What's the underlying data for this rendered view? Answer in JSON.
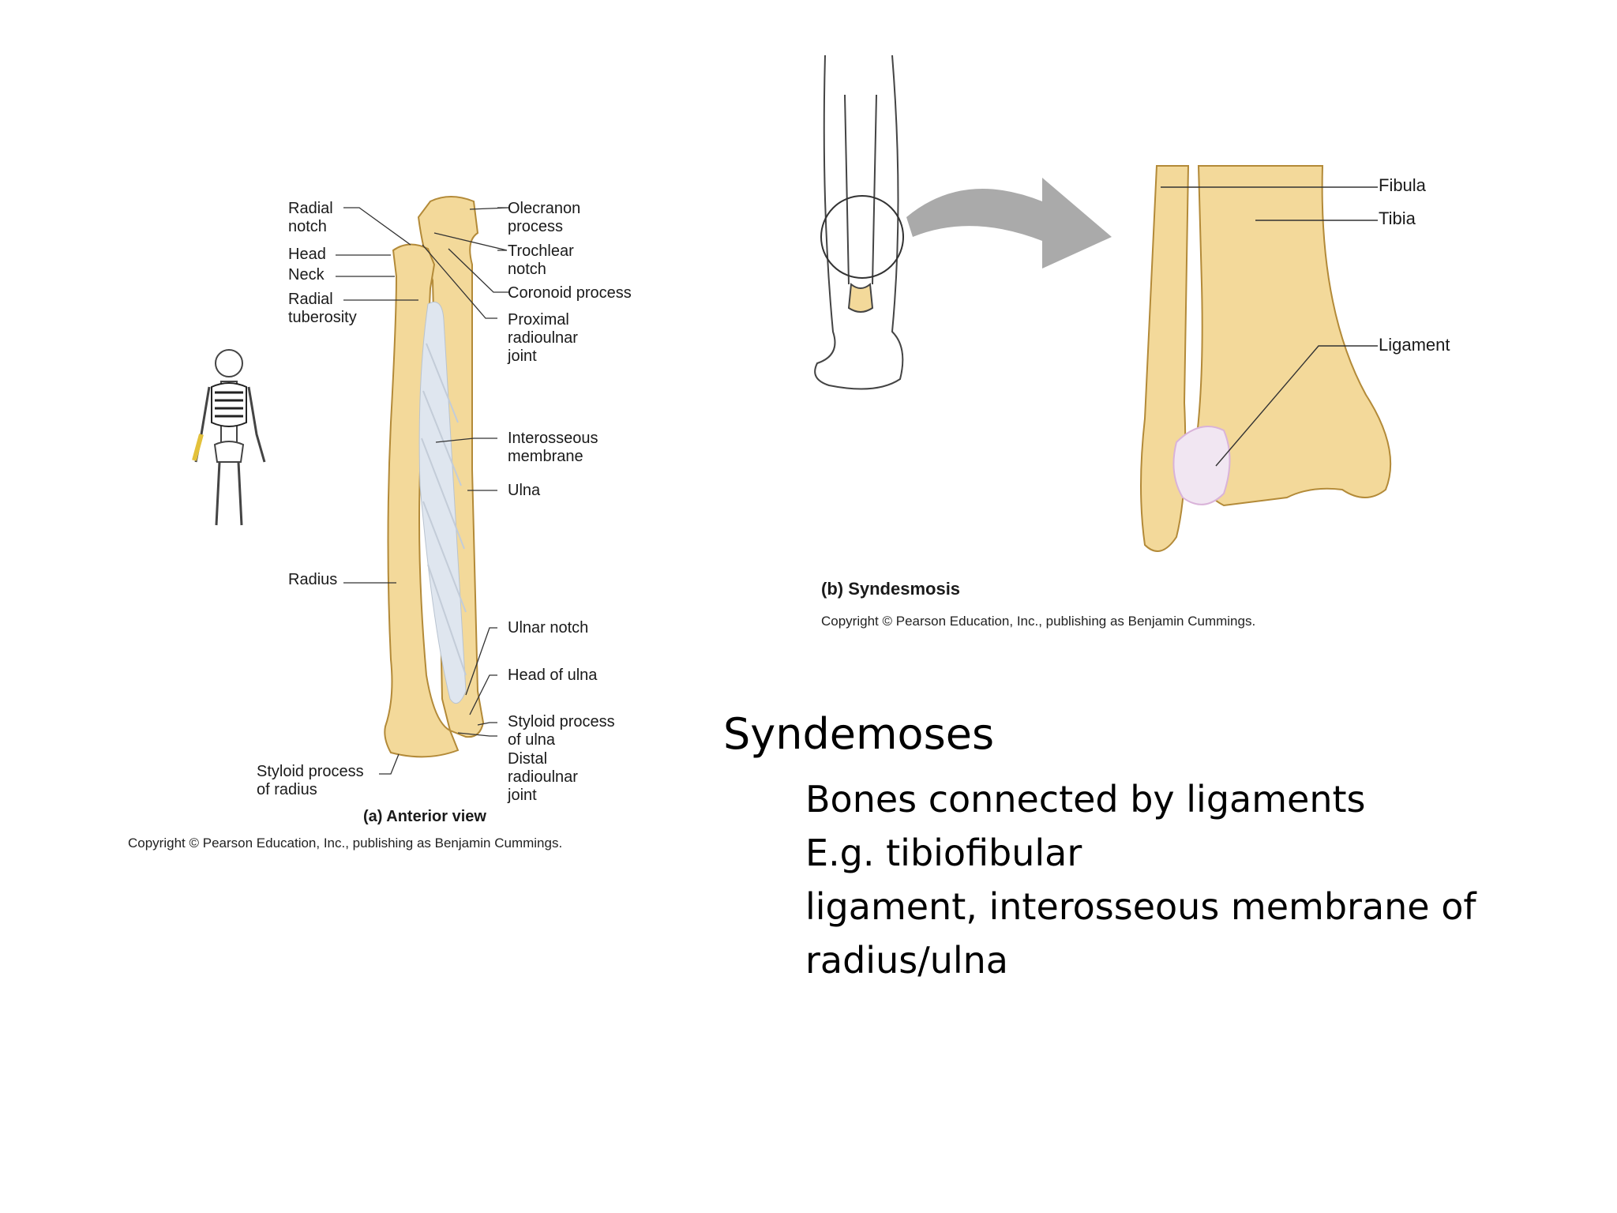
{
  "forearm_figure": {
    "labels_left": {
      "radial_notch": "Radial\nnotch",
      "head": "Head",
      "neck": "Neck",
      "radial_tuberosity": "Radial\ntuberosity",
      "radius": "Radius",
      "styloid_process_of_radius": "Styloid process\nof radius"
    },
    "labels_right": {
      "olecranon_process": "Olecranon\nprocess",
      "trochlear_notch": "Trochlear\nnotch",
      "coronoid_process": "Coronoid process",
      "proximal_radioulnar_joint": "Proximal\nradioulnar\njoint",
      "interosseous_membrane": "Interosseous\nmembrane",
      "ulna": "Ulna",
      "ulnar_notch": "Ulnar notch",
      "head_of_ulna": "Head of ulna",
      "styloid_process_of_ulna": "Styloid process\nof ulna",
      "distal_radioulnar_joint": "Distal\nradioulnar\njoint"
    },
    "caption": "(a) Anterior view",
    "copyright": "Copyright © Pearson Education, Inc., publishing as Benjamin Cummings."
  },
  "leg_figure": {
    "labels": {
      "fibula": "Fibula",
      "tibia": "Tibia",
      "ligament": "Ligament"
    },
    "caption": "(b)  Syndesmosis",
    "copyright": "Copyright © Pearson Education, Inc., publishing as Benjamin Cummings."
  },
  "slide": {
    "heading": "Syndemoses",
    "bullets": [
      "Bones connected by ligaments",
      "E.g. tibiofibular",
      "ligament, interosseous membrane of",
      "radius/ulna"
    ]
  },
  "colors": {
    "bone": "#f3d99a",
    "bone_shade": "#d9b25c",
    "membrane": "#dfe6ef",
    "ligament": "#f1e6f2",
    "arrow": "#aaaaaa",
    "highlight": "#e3c13b"
  }
}
